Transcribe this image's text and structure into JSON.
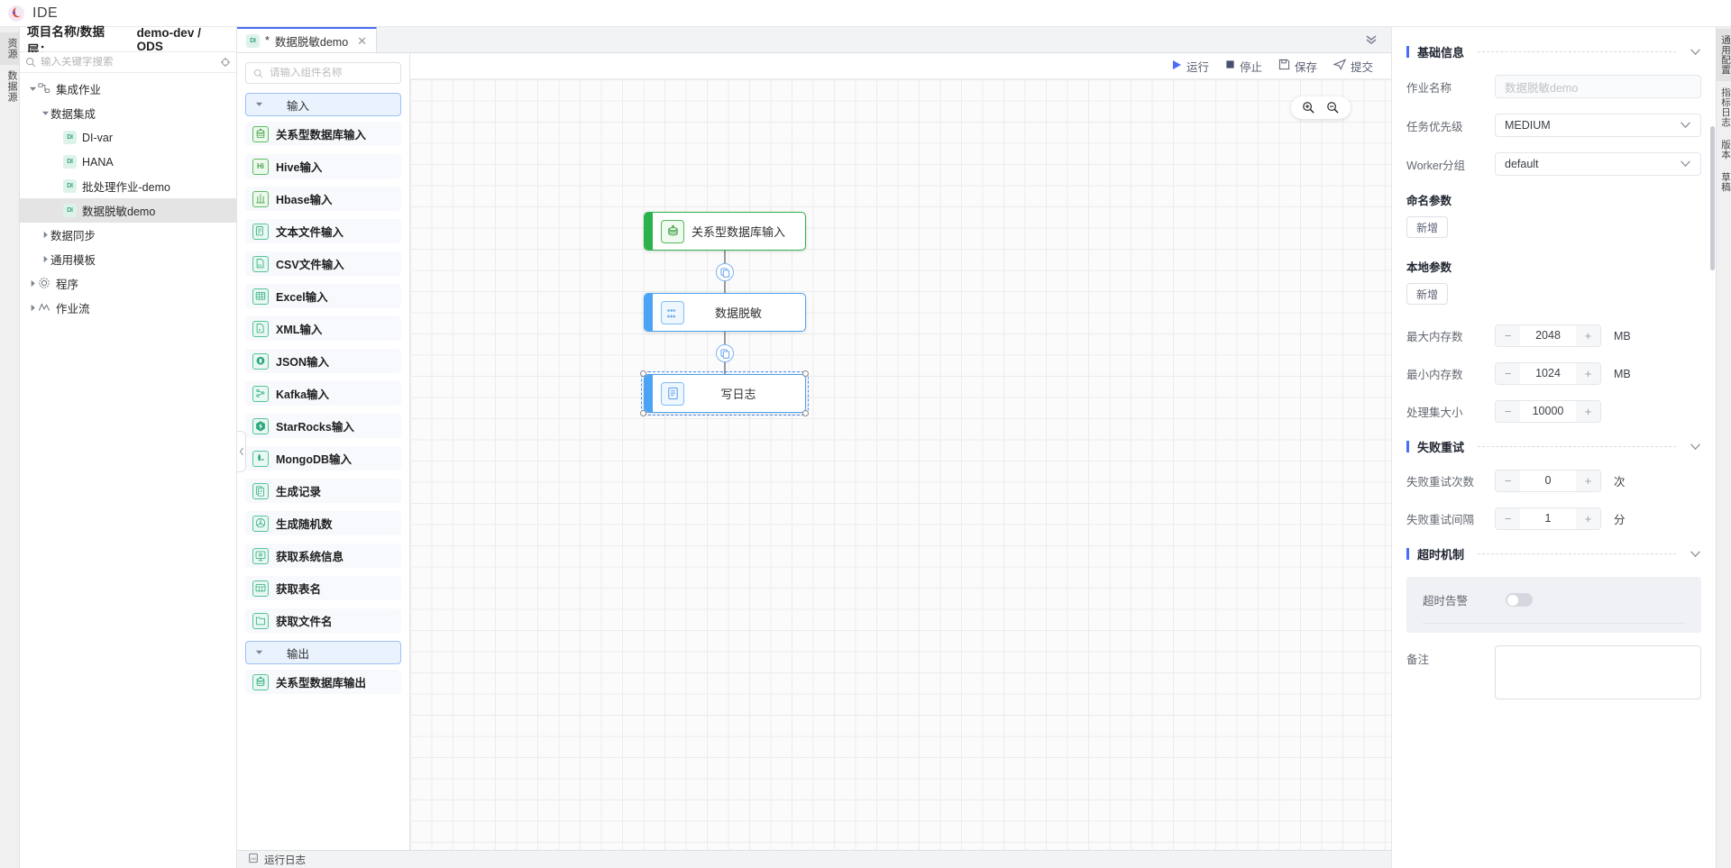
{
  "app": {
    "title": "IDE",
    "logo_icon": "app-logo-icon"
  },
  "left_rail": {
    "tabs": [
      {
        "label": "资源",
        "active": true
      },
      {
        "label": "数据源",
        "active": false
      }
    ]
  },
  "tree_panel": {
    "header_label": "项目名称/数据层：",
    "header_value": "demo-dev / ODS",
    "search_placeholder": "输入关键字搜索",
    "search_value": "",
    "search_icon": "search-icon",
    "locate_icon": "locate-target-icon",
    "nodes": [
      {
        "label": "集成作业",
        "indent": 0,
        "caret": "down",
        "icon": "sitemap-icon",
        "badge": null,
        "selected": false
      },
      {
        "label": "数据集成",
        "indent": 1,
        "caret": "down",
        "icon": null,
        "badge": null,
        "selected": false
      },
      {
        "label": "DI-var",
        "indent": 2,
        "caret": "none",
        "icon": null,
        "badge": "DI",
        "selected": false
      },
      {
        "label": "HANA",
        "indent": 2,
        "caret": "none",
        "icon": null,
        "badge": "DI",
        "selected": false
      },
      {
        "label": "批处理作业-demo",
        "indent": 2,
        "caret": "none",
        "icon": null,
        "badge": "DI",
        "selected": false
      },
      {
        "label": "数据脱敏demo",
        "indent": 2,
        "caret": "none",
        "icon": null,
        "badge": "DI",
        "selected": true
      },
      {
        "label": "数据同步",
        "indent": 1,
        "caret": "right",
        "icon": null,
        "badge": null,
        "selected": false
      },
      {
        "label": "通用模板",
        "indent": 1,
        "caret": "right",
        "icon": null,
        "badge": null,
        "selected": false
      },
      {
        "label": "程序",
        "indent": 0,
        "caret": "right",
        "icon": "gear-icon",
        "badge": null,
        "selected": false
      },
      {
        "label": "作业流",
        "indent": 0,
        "caret": "right",
        "icon": "flow-icon",
        "badge": null,
        "selected": false
      }
    ]
  },
  "editor": {
    "tab": {
      "badge": "DI",
      "dirty_marker": "*",
      "label": "数据脱敏demo",
      "close_icon": "close-icon"
    },
    "collapse_icon": "chevron-double-down-icon",
    "toolbar": [
      {
        "label": "运行",
        "icon": "play-icon"
      },
      {
        "label": "停止",
        "icon": "stop-icon"
      },
      {
        "label": "保存",
        "icon": "save-icon"
      },
      {
        "label": "提交",
        "icon": "submit-icon"
      }
    ],
    "zoom_controls": [
      {
        "icon": "zoom-in-icon"
      },
      {
        "icon": "zoom-out-icon"
      }
    ]
  },
  "palette": {
    "search_placeholder": "请输入组件名称",
    "search_value": "",
    "search_icon": "search-icon",
    "collapse_handle_icon": "chevron-left-icon",
    "groups": [
      {
        "label": "输入",
        "caret": "down",
        "items": [
          {
            "label": "关系型数据库输入",
            "icon": "database-icon",
            "tone": "green"
          },
          {
            "label": "Hive输入",
            "icon": "hive-icon",
            "tone": "green"
          },
          {
            "label": "Hbase输入",
            "icon": "hbase-icon",
            "tone": "green"
          },
          {
            "label": "文本文件输入",
            "icon": "text-file-icon",
            "tone": "teal"
          },
          {
            "label": "CSV文件输入",
            "icon": "csv-file-icon",
            "tone": "teal"
          },
          {
            "label": "Excel输入",
            "icon": "excel-icon",
            "tone": "teal"
          },
          {
            "label": "XML输入",
            "icon": "xml-file-icon",
            "tone": "teal"
          },
          {
            "label": "JSON输入",
            "icon": "json-icon",
            "tone": "teal"
          },
          {
            "label": "Kafka输入",
            "icon": "kafka-icon",
            "tone": "teal"
          },
          {
            "label": "StarRocks输入",
            "icon": "starrocks-icon",
            "tone": "teal"
          },
          {
            "label": "MongoDB输入",
            "icon": "mongodb-icon",
            "tone": "teal"
          },
          {
            "label": "生成记录",
            "icon": "records-icon",
            "tone": "teal"
          },
          {
            "label": "生成随机数",
            "icon": "dice-icon",
            "tone": "teal"
          },
          {
            "label": "获取系统信息",
            "icon": "system-info-icon",
            "tone": "teal"
          },
          {
            "label": "获取表名",
            "icon": "table-name-icon",
            "tone": "teal"
          },
          {
            "label": "获取文件名",
            "icon": "file-name-icon",
            "tone": "teal"
          }
        ]
      },
      {
        "label": "输出",
        "caret": "down",
        "items": [
          {
            "label": "关系型数据库输出",
            "icon": "database-icon",
            "tone": "teal"
          }
        ]
      }
    ]
  },
  "flow": {
    "nodes": [
      {
        "label": "关系型数据库输入",
        "tone": "green",
        "icon": "database-icon",
        "selected": false
      },
      {
        "label": "数据脱敏",
        "tone": "blue",
        "icon": "mask-dots-icon",
        "selected": false
      },
      {
        "label": "写日志",
        "tone": "blue",
        "icon": "write-log-icon",
        "selected": true
      }
    ],
    "edge_chip_icon": "copy-rows-icon"
  },
  "statusbar": {
    "label": "运行日志",
    "icon": "log-icon"
  },
  "right_panel": {
    "sections": [
      {
        "title": "基础信息",
        "chevron": "chevron-down-icon",
        "fields": [
          {
            "type": "input",
            "label": "作业名称",
            "value": "",
            "placeholder": "数据脱敏demo"
          },
          {
            "type": "select",
            "label": "任务优先级",
            "value": "MEDIUM"
          },
          {
            "type": "select",
            "label": "Worker分组",
            "value": "default"
          },
          {
            "type": "add",
            "label": "命名参数",
            "button": "新增"
          },
          {
            "type": "add",
            "label": "本地参数",
            "button": "新增"
          },
          {
            "type": "stepper",
            "label": "最大内存数",
            "value": "2048",
            "unit": "MB"
          },
          {
            "type": "stepper",
            "label": "最小内存数",
            "value": "1024",
            "unit": "MB"
          },
          {
            "type": "stepper",
            "label": "处理集大小",
            "value": "10000",
            "unit": ""
          }
        ]
      },
      {
        "title": "失败重试",
        "chevron": "chevron-down-icon",
        "fields": [
          {
            "type": "stepper",
            "label": "失败重试次数",
            "value": "0",
            "unit": "次"
          },
          {
            "type": "stepper",
            "label": "失败重试间隔",
            "value": "1",
            "unit": "分"
          }
        ]
      },
      {
        "title": "超时机制",
        "chevron": "chevron-down-icon",
        "fields": [
          {
            "type": "toggle",
            "label": "超时告警",
            "on": false
          },
          {
            "type": "textarea",
            "label": "备注",
            "value": ""
          }
        ]
      }
    ]
  },
  "right_rail": {
    "tabs": [
      {
        "label": "通用配置",
        "active": true
      },
      {
        "label": "指标日志",
        "active": false
      },
      {
        "label": "版本",
        "active": false
      },
      {
        "label": "草稿",
        "active": false
      }
    ]
  },
  "colors": {
    "accent": "#4a6cf7",
    "green": "#2bb24c",
    "blue": "#4ba3f5",
    "teal": "#2aa87c"
  }
}
